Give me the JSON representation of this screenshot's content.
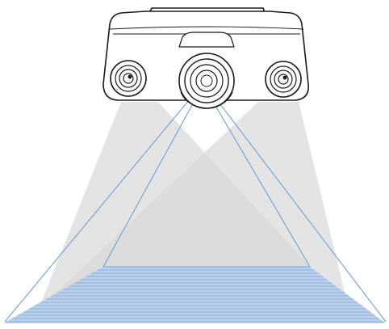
{
  "diagram": {
    "subject": "depth-camera-field-of-view",
    "colors": {
      "background": "#ffffff",
      "camera_outline": "#1a1a1a",
      "camera_body": "#ffffff",
      "projector_beam": "#dcdcdc",
      "projector_overlap": "#c9c9c9",
      "camera_fov_line": "#6fa0d8",
      "floor_fill": "#b6cde8",
      "floor_stripe": "#8fb0da"
    },
    "components": [
      {
        "id": "left-lens",
        "icon": "camera-lens-icon"
      },
      {
        "id": "center-lens",
        "icon": "camera-lens-icon"
      },
      {
        "id": "right-lens",
        "icon": "camera-lens-icon"
      }
    ]
  }
}
